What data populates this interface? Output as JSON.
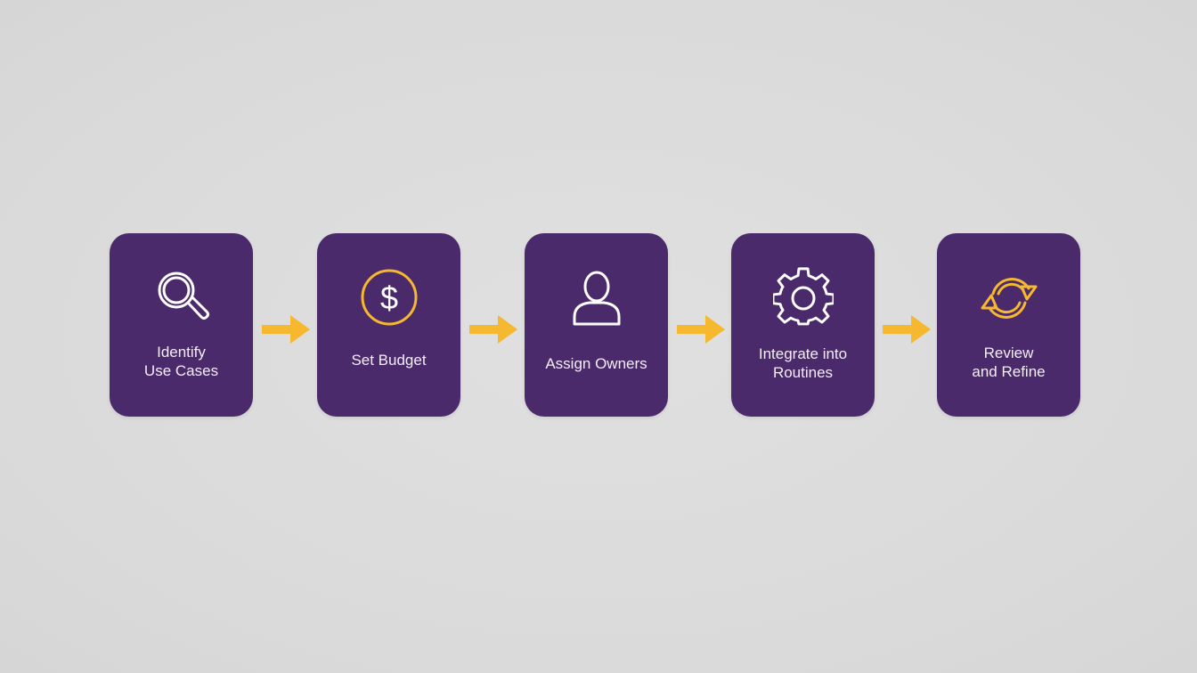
{
  "diagram": {
    "type": "process-flow",
    "colors": {
      "card": "#4b2a6b",
      "accent": "#f5b82e",
      "text": "#f3eef7",
      "background": "#dcdcdc"
    },
    "steps": [
      {
        "line1": "Identify",
        "line2": "Use Cases",
        "icon": "magnifying-glass-icon"
      },
      {
        "line1": "Set Budget",
        "line2": "",
        "icon": "dollar-circle-icon"
      },
      {
        "line1": "Assign Owners",
        "line2": "",
        "icon": "person-icon"
      },
      {
        "line1": "Integrate into",
        "line2": "Routines",
        "icon": "gear-icon"
      },
      {
        "line1": "Review",
        "line2": "and Refine",
        "icon": "refresh-cycle-icon"
      }
    ],
    "connectors": [
      "arrow-right-icon",
      "arrow-right-icon",
      "arrow-right-icon",
      "arrow-right-icon"
    ]
  }
}
